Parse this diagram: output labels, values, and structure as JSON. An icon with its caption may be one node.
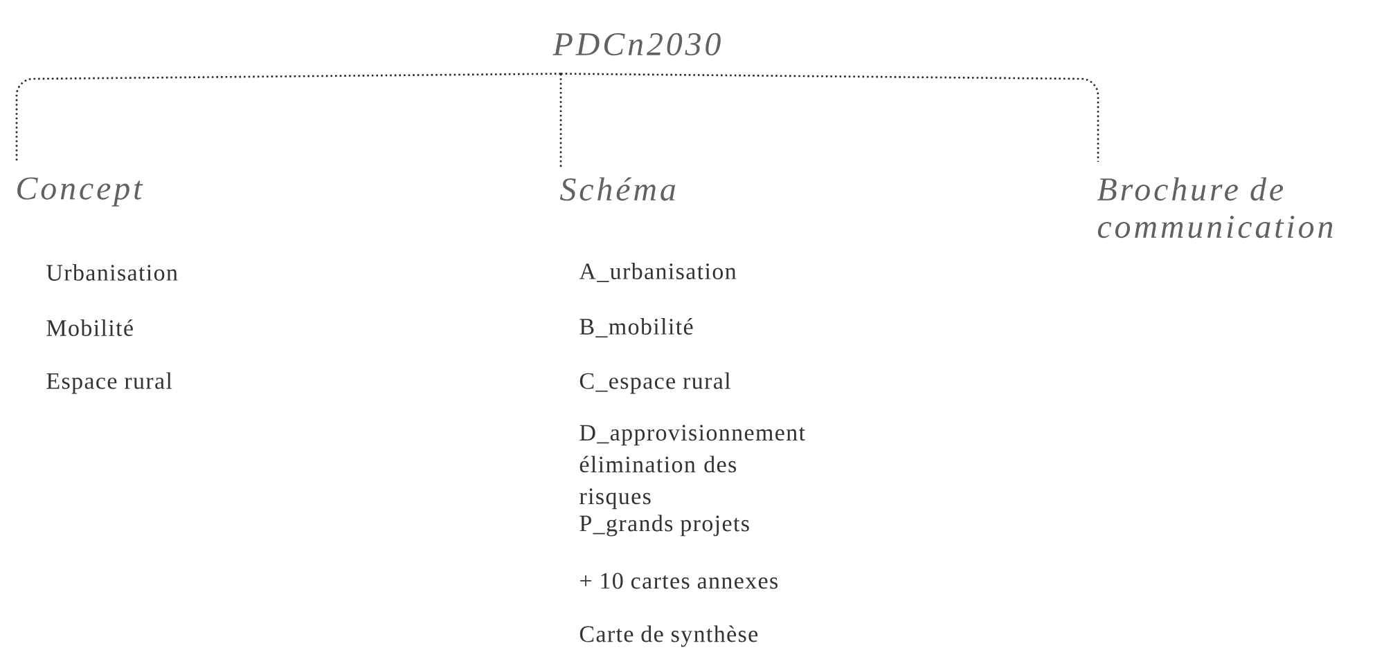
{
  "diagram": {
    "nodes": [
      {
        "text": [
          "PDCn2030"
        ]
      },
      {
        "text": [
          "Concept"
        ],
        "beside": [
          "Urbanisation",
          "Mobilité",
          "Espace rural"
        ]
      },
      {
        "text": [
          "Schéma"
        ],
        "beside": [
          "A_urbanisation",
          "B_mobilité",
          "C_espace rural",
          "D_approvisionnement élimination des risques",
          "P_grands projets",
          "+ 10 cartes annexes",
          "Carte de synthèse"
        ]
      },
      {
        "text": [
          "Brochure de communication"
        ]
      }
    ],
    "edges": [
      {
        "from": 0,
        "to": 1,
        "arrow": "none"
      },
      {
        "from": 0,
        "to": 2,
        "arrow": "none"
      },
      {
        "from": 0,
        "to": 3,
        "arrow": "none"
      }
    ]
  }
}
